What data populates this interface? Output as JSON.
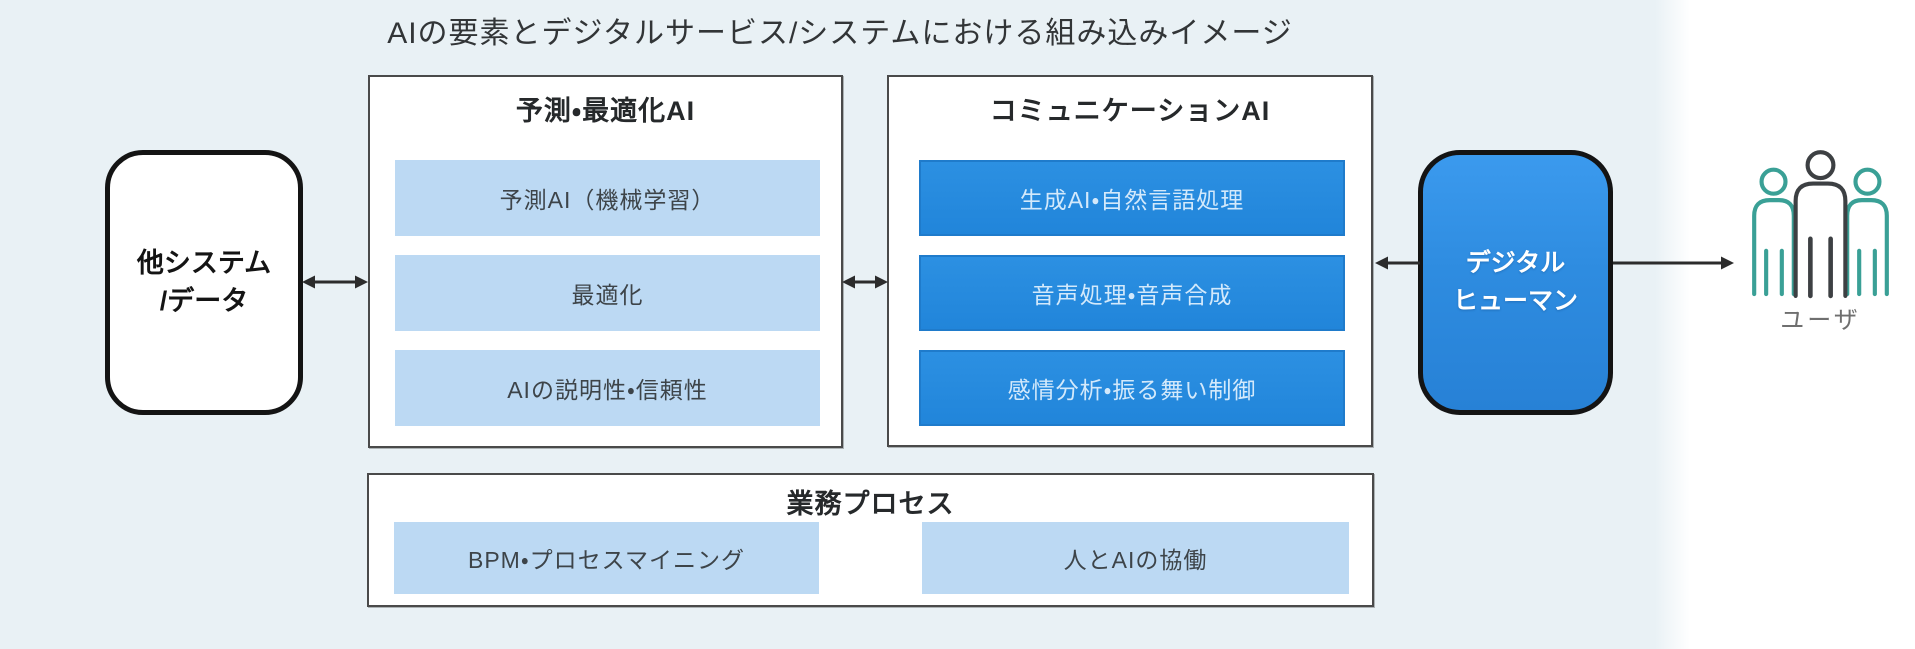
{
  "title": "AIの要素とデジタルサービス/システムにおける組み込みイメージ",
  "other_system": {
    "lines": [
      "他システム",
      "/データ"
    ]
  },
  "prediction_box": {
    "title": "予測・最適化AI",
    "items": [
      "予測AI（機械学習）",
      "最適化",
      "AIの説明性・信頼性"
    ]
  },
  "communication_box": {
    "title": "コミュニケーションAI",
    "items": [
      "生成AI・自然言語処理",
      "音声処理・音声合成",
      "感情分析・振る舞い制御"
    ]
  },
  "digital_human": {
    "lines": [
      "デジタル",
      "ヒューマン"
    ]
  },
  "process_box": {
    "title": "業務プロセス",
    "items": [
      "BPM・プロセスマイニング",
      "人とAIの協働"
    ]
  },
  "user": {
    "label": "ユーザ"
  },
  "icons": {
    "users_icon": "three-people-outline"
  },
  "arrows": [
    {
      "name": "other-system-to-prediction",
      "type": "double"
    },
    {
      "name": "prediction-to-communication",
      "type": "double"
    },
    {
      "name": "digital-human-to-communication",
      "type": "single-left"
    },
    {
      "name": "digital-human-to-user",
      "type": "single-right"
    }
  ],
  "colors": {
    "background": "#e9f1f5",
    "panel_border": "#4a4a4a",
    "light_bar": "#bcd9f3",
    "light_bar_text": "#3d4449",
    "dark_bar": "#2389dd",
    "dark_bar_text": "#d3e9fb",
    "digital_human_fill": "#2e8ce0",
    "node_border": "#141414",
    "figure_center": "#3d4043",
    "figure_side": "#3aa096",
    "user_label": "#6f6f6f",
    "arrow": "#2c2c2c"
  }
}
